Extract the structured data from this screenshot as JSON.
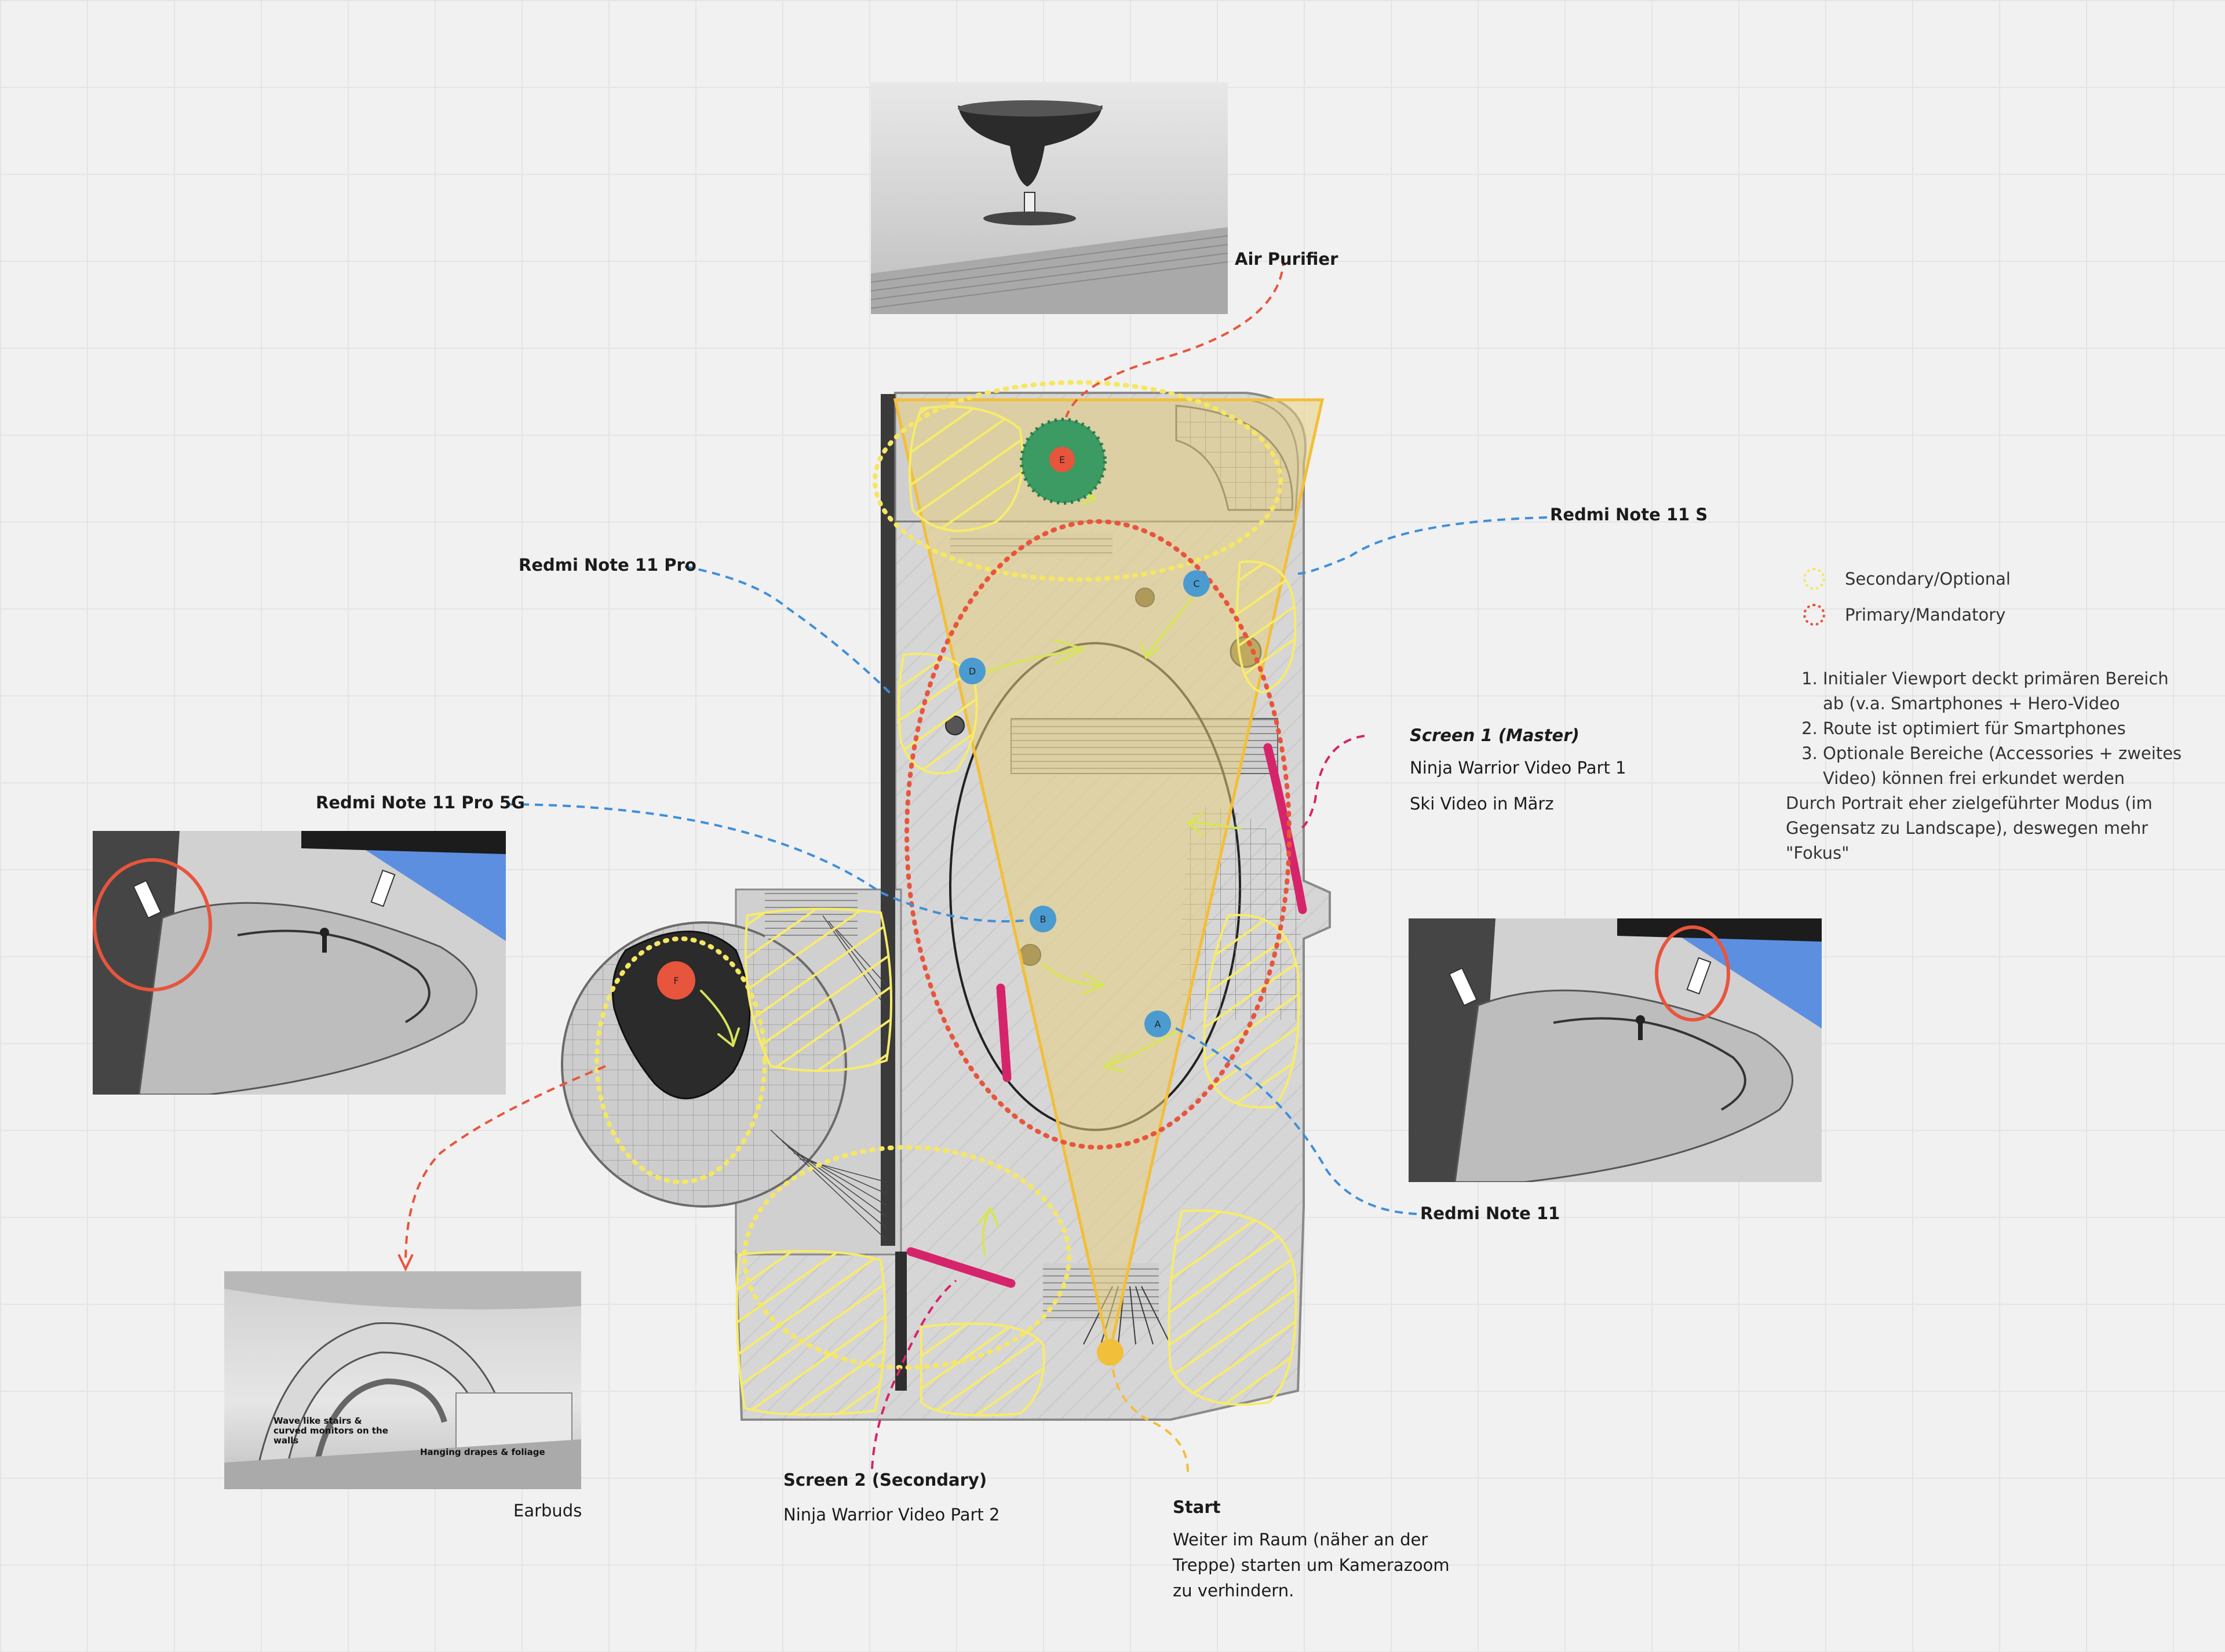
{
  "legend": {
    "secondary": "Secondary/Optional",
    "primary": "Primary/Mandatory",
    "secondary_color": "#f5e663",
    "primary_color": "#e8553d"
  },
  "notes": {
    "items": [
      "Initialer Viewport deckt primären Bereich ab (v.a. Smartphones + Hero-Video",
      "Route ist optimiert für Smartphones",
      "Optionale Bereiche (Accessories + zweites Video) können frei erkundet werden"
    ],
    "tail": "Durch Portrait eher zielgeführter Modus (im Gegensatz zu Landscape), deswegen mehr \"Fokus\""
  },
  "labels": {
    "air_purifier": "Air Purifier",
    "redmi_note_11_s": "Redmi Note 11 S",
    "redmi_note_11_pro": "Redmi Note 11 Pro",
    "redmi_note_11_pro_5g": "Redmi Note 11 Pro 5G",
    "redmi_note_11": "Redmi Note 11",
    "screen1_title": "Screen 1 (Master)",
    "screen1_line1": "Ninja Warrior Video Part 1",
    "screen1_line2": "Ski Video in März",
    "screen2_title": "Screen 2 (Secondary)",
    "screen2_line1": "Ninja Warrior Video Part 2",
    "start_title": "Start",
    "start_note": [
      "Weiter im Raum (näher an der",
      "Treppe) starten um Kamerazoom",
      "zu verhindern."
    ],
    "earbuds": "Earbuds"
  },
  "thumbs": {
    "earbuds_text1": "Wave like stairs & curved monitors on the walls",
    "earbuds_text2": "Hanging drapes & foliage"
  },
  "markers": {
    "A": "A",
    "B": "B",
    "C": "C",
    "D": "D",
    "E": "E",
    "F": "F"
  },
  "colors": {
    "blue_leader": "#3f8fd9",
    "red_leader": "#e8553d",
    "pink_screen": "#d6246a",
    "camera_cone": "#f2bf3a",
    "hatch": "#f7eb6b",
    "marker_blue": "#4b9bd1",
    "marker_red": "#e8553d",
    "plant_green": "#3c9a63"
  }
}
